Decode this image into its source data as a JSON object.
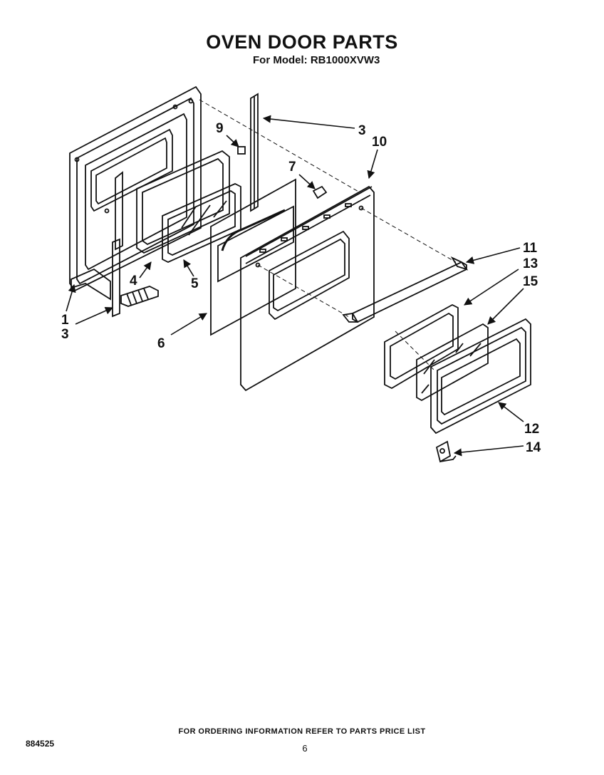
{
  "header": {
    "title": "OVEN DOOR PARTS",
    "subtitle": "For Model: RB1000XVW3"
  },
  "callouts": {
    "c1": "1",
    "c3_left": "3",
    "c3_top": "3",
    "c4": "4",
    "c5": "5",
    "c6": "6",
    "c7": "7",
    "c9": "9",
    "c10": "10",
    "c11": "11",
    "c12": "12",
    "c13": "13",
    "c14": "14",
    "c15": "15"
  },
  "footer": {
    "ordering_note": "FOR ORDERING INFORMATION REFER TO PARTS PRICE LIST",
    "doc_number": "884525",
    "page_number": "6"
  }
}
